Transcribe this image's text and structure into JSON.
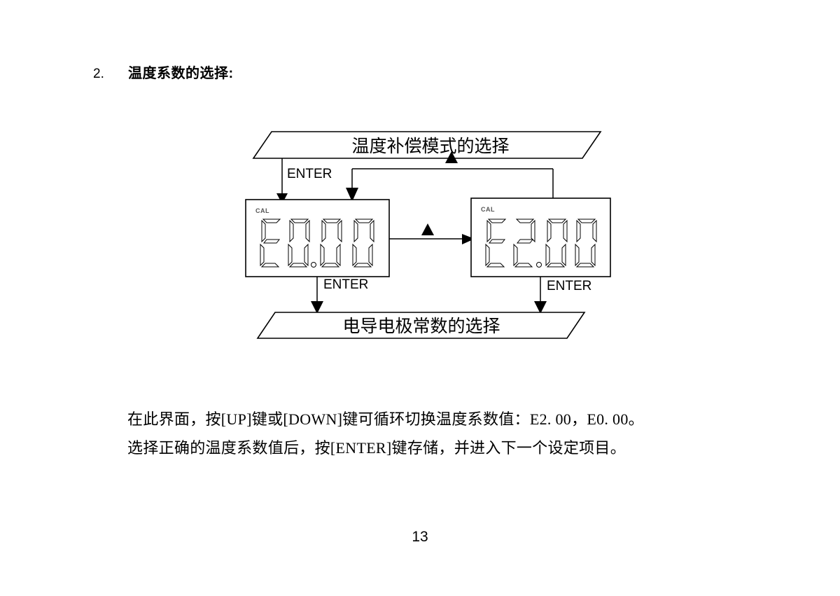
{
  "page": {
    "number": "13"
  },
  "heading": {
    "number": "2.",
    "title": "温度系数的选择:"
  },
  "diagram": {
    "top_node": "温度补偿模式的选择",
    "bottom_node": "电导电极常数的选择",
    "displays": [
      {
        "annunciator": "CAL",
        "value": "E0.00",
        "digits": [
          "E",
          "0",
          ".",
          "0",
          "0"
        ]
      },
      {
        "annunciator": "CAL",
        "value": "E2.00",
        "digits": [
          "E",
          "2",
          ".",
          "0",
          "0"
        ]
      }
    ],
    "edges": [
      {
        "label": "ENTER",
        "from": "top_node",
        "to": "display_e000"
      },
      {
        "label": "ENTER",
        "from": "display_e000",
        "to": "bottom_node"
      },
      {
        "label": "ENTER",
        "from": "display_e200",
        "to": "bottom_node"
      }
    ],
    "loop_labels": {
      "forward": "",
      "back": ""
    }
  },
  "body": {
    "line1": "在此界面，按[UP]键或[DOWN]键可循环切换温度系数值：E2. 00，E0. 00。",
    "line2": "选择正确的温度系数值后，按[ENTER]键存储，并进入下一个设定项目。"
  },
  "colors": {
    "ink": "#000000",
    "paper": "#ffffff",
    "annunciator": "#555555"
  }
}
